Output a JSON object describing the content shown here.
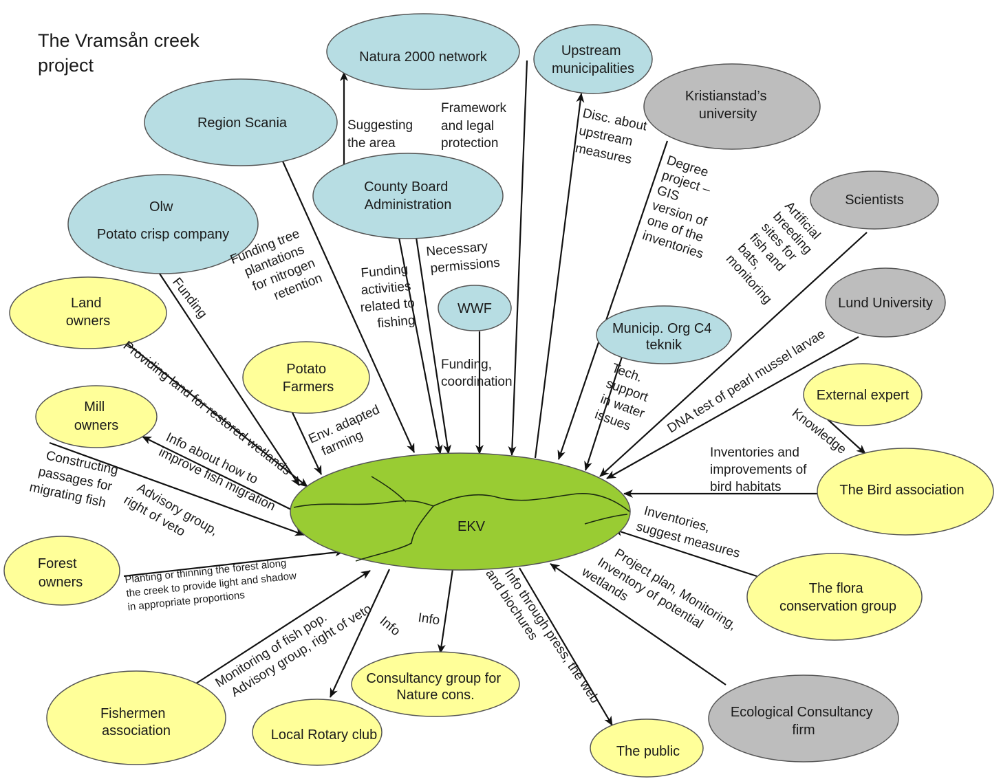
{
  "title": [
    "The Vramsån creek",
    "project"
  ],
  "center": {
    "label": "EKV",
    "color": "#99cc33"
  },
  "colors": {
    "agency": "#b7dde3",
    "stakeholder": "#ffff99",
    "academic": "#bdbdbd",
    "outline": "#555555"
  },
  "nodes": {
    "natura": {
      "lines": [
        "Natura 2000 network"
      ]
    },
    "upstream": {
      "lines": [
        "Upstream",
        "municipalities"
      ]
    },
    "kristianstad": {
      "lines": [
        "Kristianstad’s",
        "university"
      ]
    },
    "region": {
      "lines": [
        "Region Scania"
      ]
    },
    "county": {
      "lines": [
        "County Board",
        "Administration"
      ]
    },
    "olw": {
      "lines": [
        "Olw",
        "Potato crisp company"
      ]
    },
    "scientists": {
      "lines": [
        "Scientists"
      ]
    },
    "lund": {
      "lines": [
        "Lund University"
      ]
    },
    "land": {
      "lines": [
        "Land",
        "owners"
      ]
    },
    "wwf": {
      "lines": [
        "WWF"
      ]
    },
    "municip": {
      "lines": [
        "Municip. Org C4",
        "teknik"
      ]
    },
    "potato": {
      "lines": [
        "Potato",
        "Farmers"
      ]
    },
    "mill": {
      "lines": [
        "Mill",
        "owners"
      ]
    },
    "external": {
      "lines": [
        "External expert"
      ]
    },
    "bird": {
      "lines": [
        "The Bird association"
      ]
    },
    "forest": {
      "lines": [
        "Forest",
        "owners"
      ]
    },
    "flora": {
      "lines": [
        "The flora",
        "conservation group"
      ]
    },
    "consultancy": {
      "lines": [
        "Consultancy group for",
        "Nature cons."
      ]
    },
    "ecological": {
      "lines": [
        "Ecological Consultancy",
        "firm"
      ]
    },
    "fishermen": {
      "lines": [
        "Fishermen",
        "association"
      ]
    },
    "rotary": {
      "lines": [
        "Local Rotary club"
      ]
    },
    "public": {
      "lines": [
        "The public"
      ]
    }
  },
  "edges": {
    "suggesting": [
      "Suggesting",
      "the area"
    ],
    "framework": [
      "Framework",
      "and legal",
      "protection"
    ],
    "disc": [
      "Disc. about",
      "upstream",
      "measures"
    ],
    "degree": [
      "Degree",
      "project –",
      "GIS",
      "version of",
      "one of the",
      "inventories"
    ],
    "artificial": [
      "Artificial",
      "breeding",
      "sites for",
      "fish and",
      "bats,",
      "monitoring"
    ],
    "funding_tree": [
      "Funding tree",
      "plantations",
      "for nitrogen",
      "retention"
    ],
    "funding_olw": [
      "Funding"
    ],
    "funding_fishing": [
      "Funding",
      "activities",
      "related to",
      "fishing"
    ],
    "permissions": [
      "Necessary",
      "permissions"
    ],
    "wwf": [
      "Funding,",
      "coordination"
    ],
    "tech": [
      "Tech.",
      "support",
      "in water",
      "issues"
    ],
    "dna": [
      "DNA test of pearl mussel larvae"
    ],
    "providing": [
      "Providing land for restored wetlands"
    ],
    "env": [
      "Env. adapted",
      "farming"
    ],
    "knowledge": [
      "Knowledge"
    ],
    "inventories_bird": [
      "Inventories and",
      "improvements of",
      "bird habitats"
    ],
    "info_mill": [
      "Info about how to",
      "improve fish migration"
    ],
    "constructing": [
      "Constructing",
      "passages for",
      "migrating fish"
    ],
    "advisory": [
      "Advisory group,",
      "right of veto"
    ],
    "inventories_flora": [
      "Inventories,",
      "suggest measures"
    ],
    "planting": [
      "Planting or thinning the forest along",
      "the creek to provide light and shadow",
      "in appropriate proportions"
    ],
    "project_plan": [
      "Project plan, Monitoring,",
      "Inventory of potential",
      "wetlands"
    ],
    "info_press": [
      "Info through press, the web",
      "and biochures"
    ],
    "monitoring_fish": [
      "Monitoring of fish pop.",
      "Advisory group, right of veto"
    ],
    "info_rotary": [
      "Info"
    ],
    "info_consult": [
      "Info"
    ]
  }
}
